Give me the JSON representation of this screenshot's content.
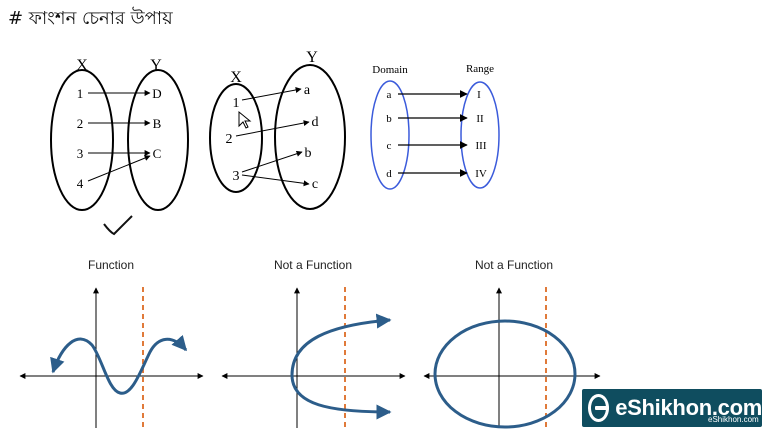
{
  "header": {
    "note": "# ফাংশন চেনার উপায়"
  },
  "mapping1": {
    "set_x_label": "X",
    "set_y_label": "Y",
    "x_items": [
      "1",
      "2",
      "3",
      "4"
    ],
    "y_items": [
      "D",
      "B",
      "C"
    ]
  },
  "mapping2": {
    "set_x_label": "X",
    "set_y_label": "Y",
    "x_items": [
      "1",
      "2",
      "3"
    ],
    "y_items": [
      "a",
      "d",
      "b",
      "c"
    ]
  },
  "mapping3": {
    "domain_label": "Domain",
    "range_label": "Range",
    "domain_items": [
      "a",
      "b",
      "c",
      "d"
    ],
    "range_items": [
      "I",
      "II",
      "III",
      "IV"
    ]
  },
  "graphs": [
    {
      "title": "Function"
    },
    {
      "title": "Not a Function"
    },
    {
      "title": "Not a Function"
    }
  ],
  "colors": {
    "curve": "#2c5d8a",
    "dashed": "#e07a3a",
    "range_oval": "#3b5bdb",
    "brand_bg": "#0f4d5f"
  },
  "brand": {
    "name": "eShikhon.com",
    "small": "eShikhon.com"
  }
}
